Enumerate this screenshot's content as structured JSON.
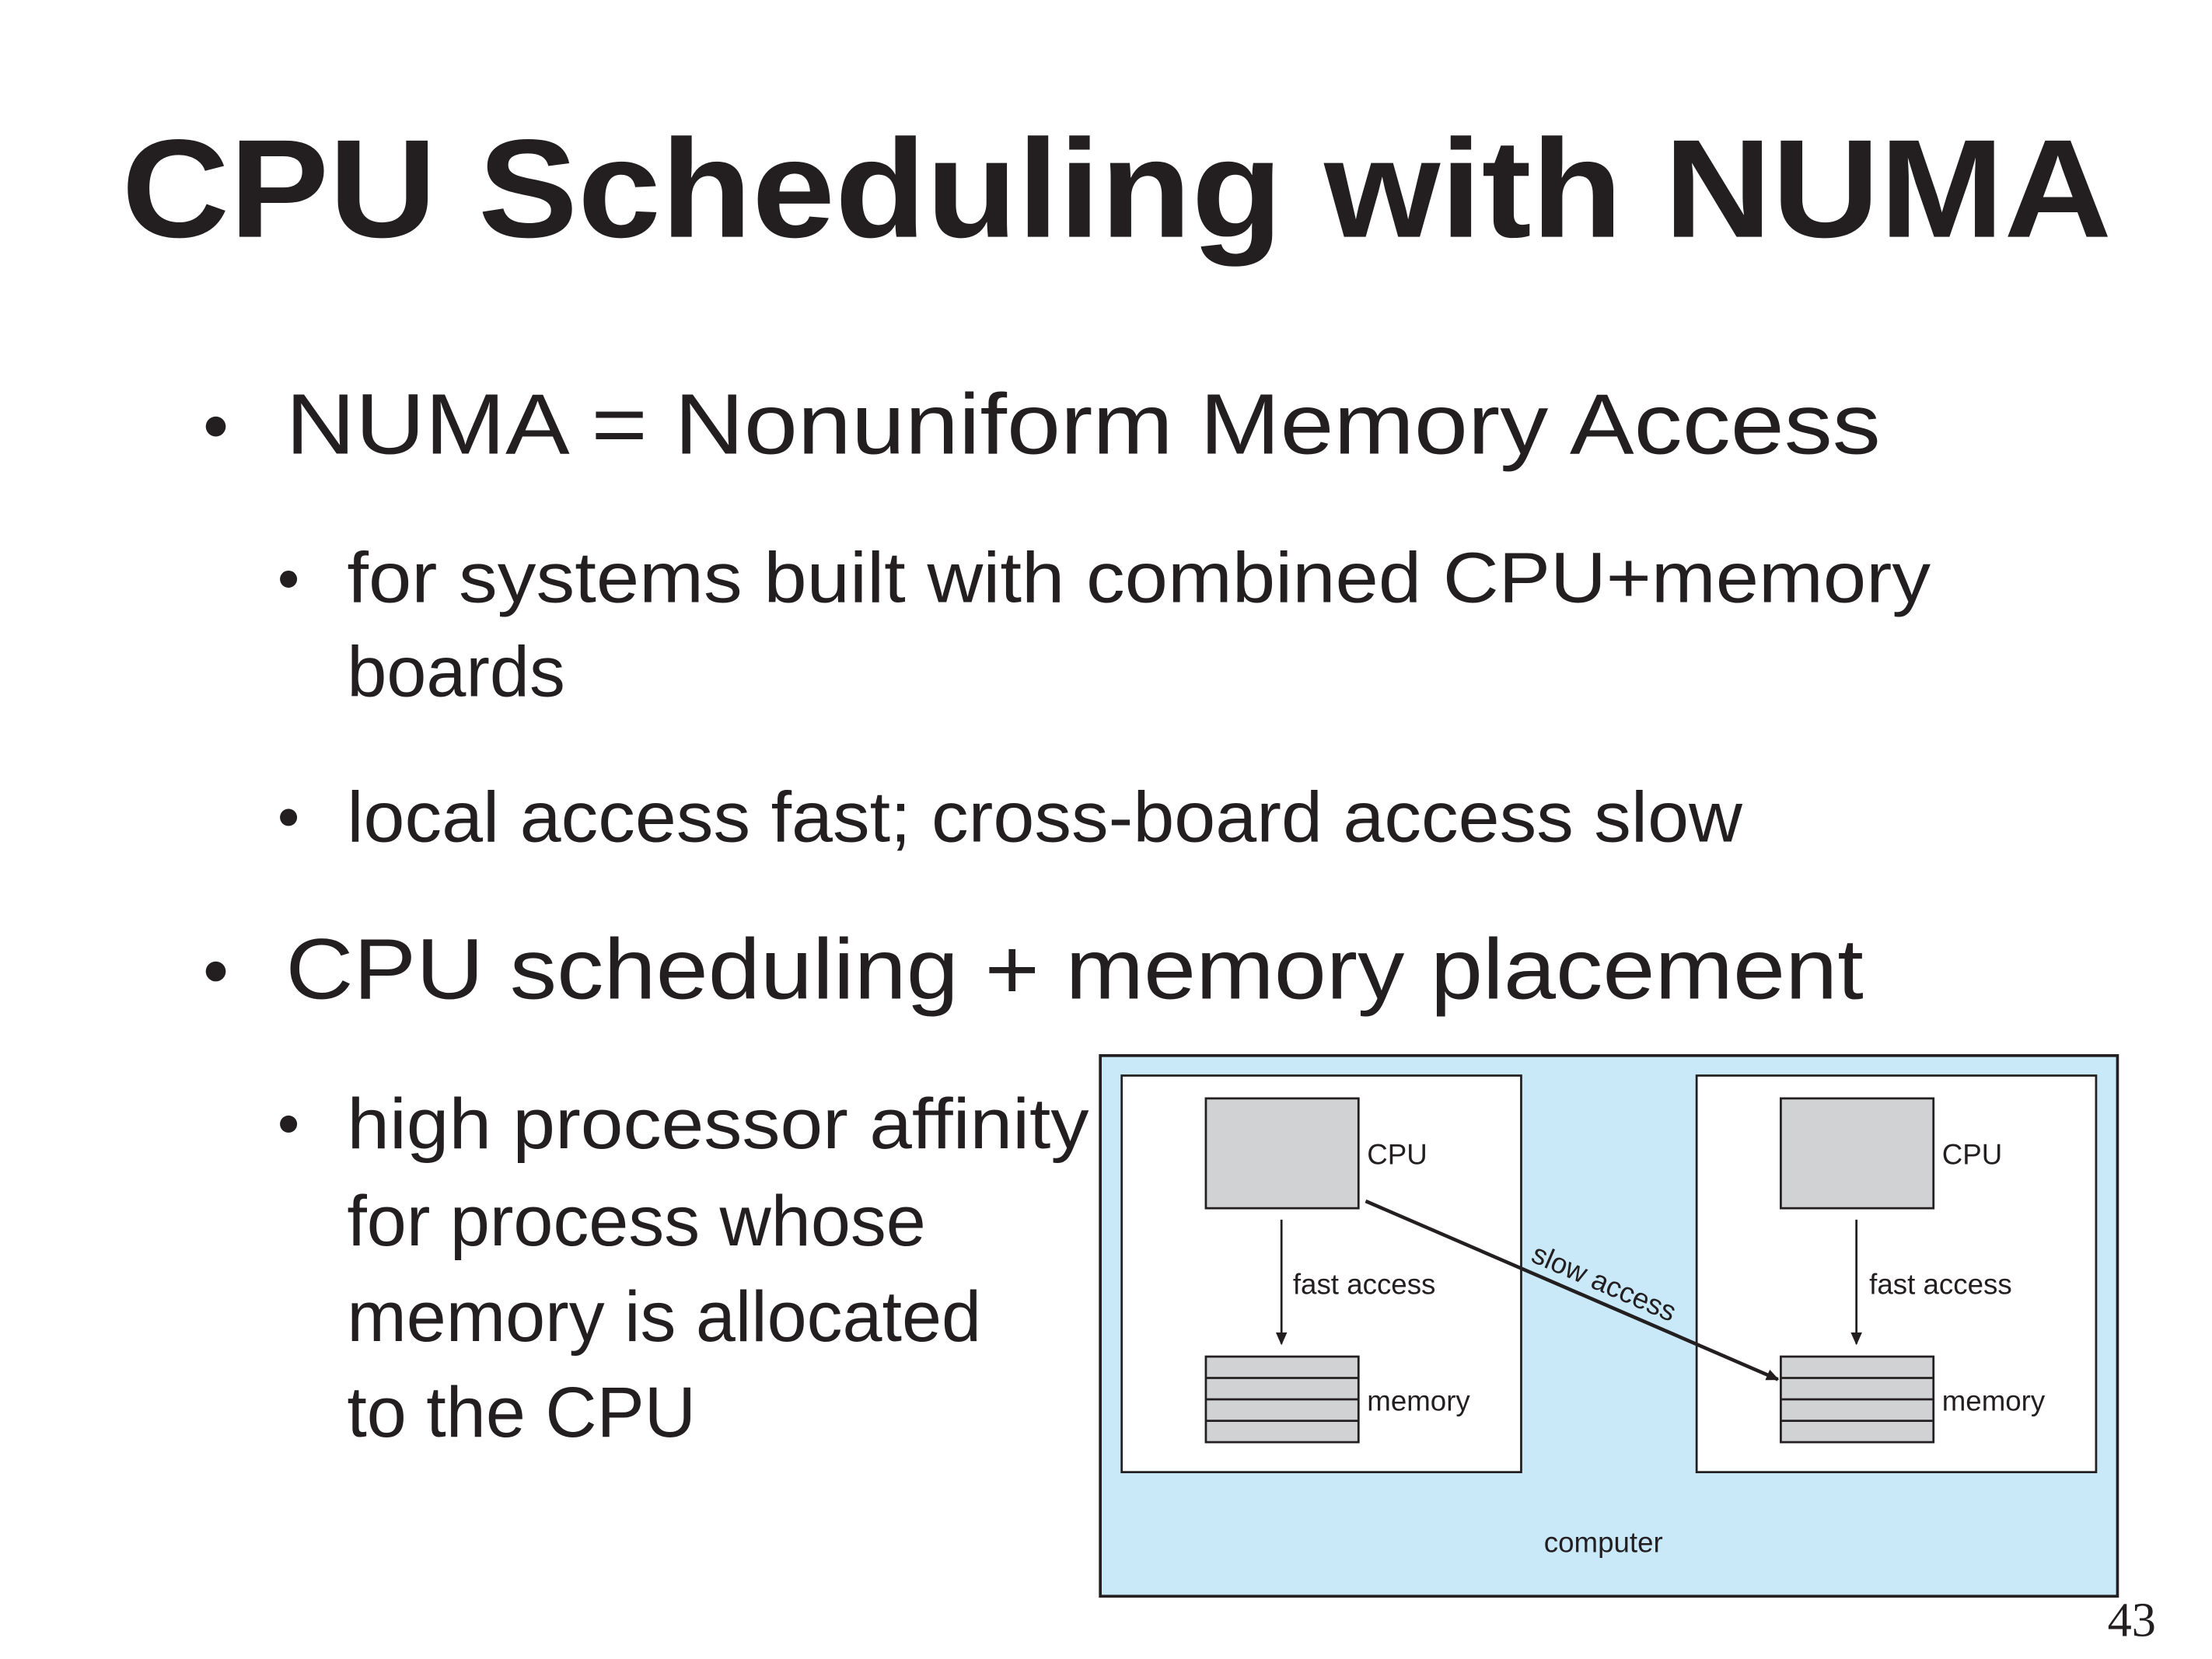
{
  "slide": {
    "title": "CPU Scheduling with NUMA",
    "page_number": "43",
    "bullets": [
      {
        "text": "NUMA = Nonuniform Memory Access",
        "sub": [
          {
            "lines": [
              "for systems built with combined CPU+memory",
              "boards"
            ]
          },
          {
            "lines": [
              "local access fast; cross-board access slow"
            ]
          }
        ]
      },
      {
        "text": "CPU scheduling + memory placement",
        "sub": [
          {
            "lines": [
              "high processor affinity",
              "for process whose",
              "memory is allocated",
              "to the CPU"
            ]
          }
        ]
      }
    ]
  },
  "diagram": {
    "colors": {
      "computer_bg": "#c9e9f9",
      "board_bg": "#ffffff",
      "component": "#d1d2d4",
      "stroke": "#231f20"
    },
    "boards": [
      {
        "cpu_label": "CPU",
        "access_label": "fast access",
        "memory_label": "memory"
      },
      {
        "cpu_label": "CPU",
        "access_label": "fast access",
        "memory_label": "memory"
      }
    ],
    "cross_label": "slow access",
    "container_label": "computer"
  }
}
